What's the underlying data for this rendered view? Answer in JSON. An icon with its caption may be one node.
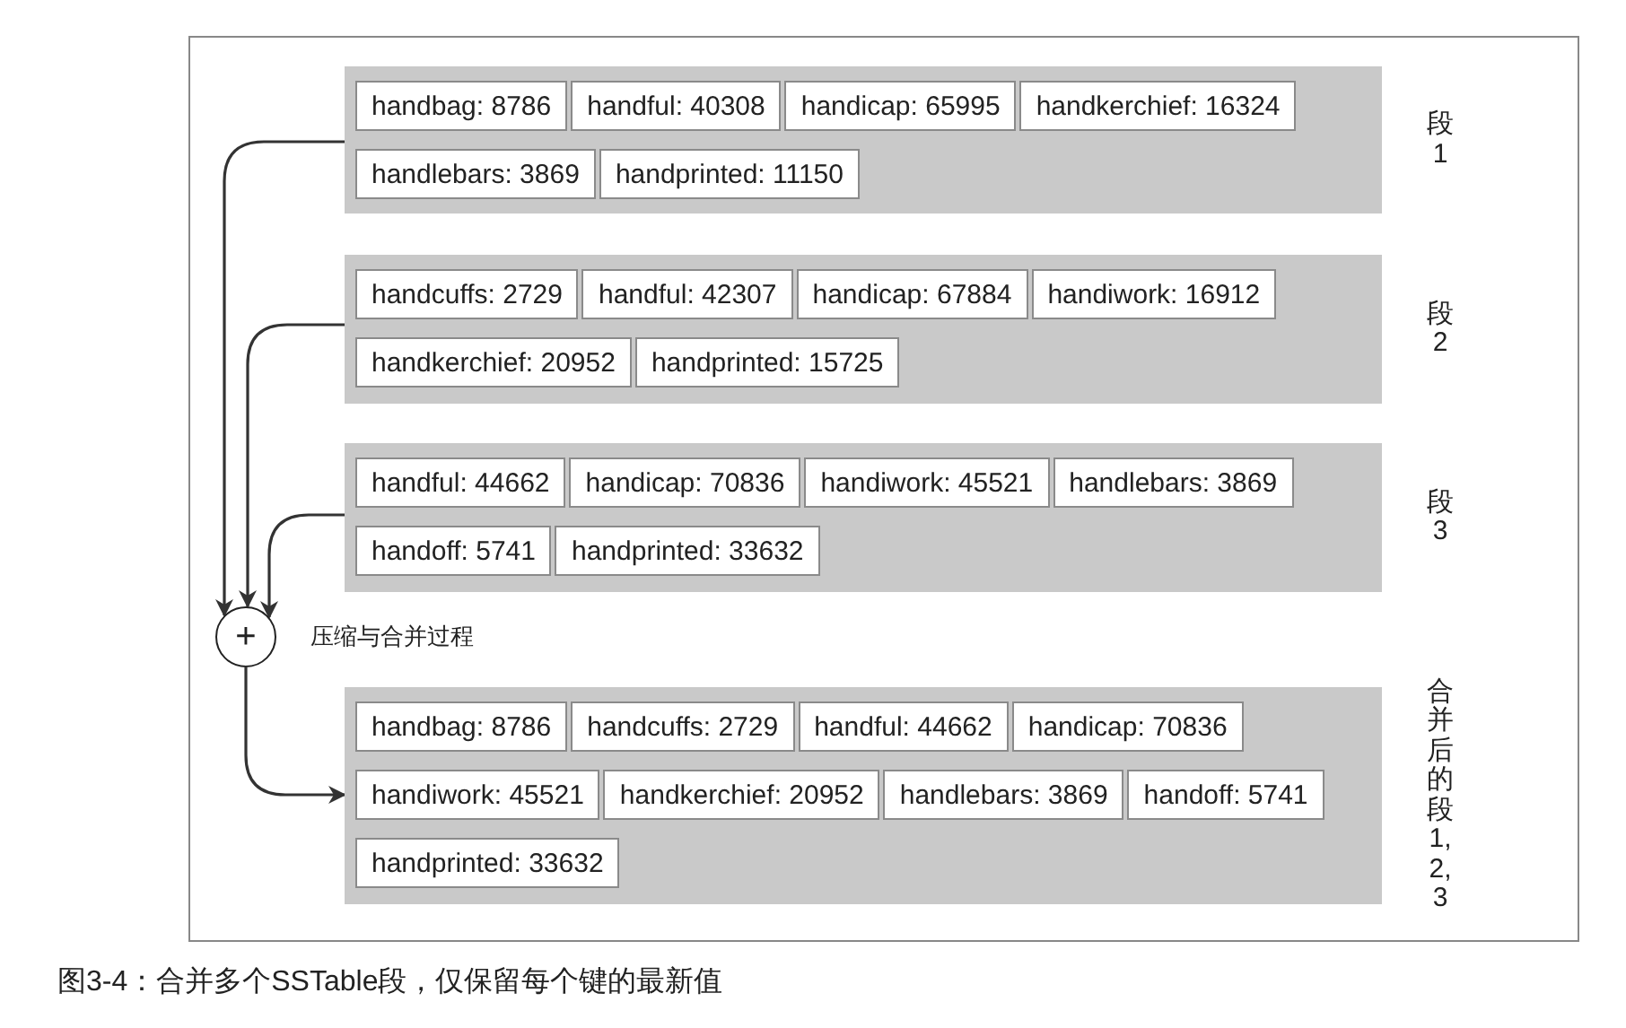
{
  "diagram": {
    "caption": "图3-4：合并多个SSTable段，仅保留每个键的最新值",
    "nodes": [
      {
        "text": [
          "段 1"
        ]
      },
      {
        "text": [
          "handbag: 8786"
        ],
        "in": 0
      },
      {
        "text": [
          "handful: 40308"
        ],
        "in": 0
      },
      {
        "text": [
          "handicap: 65995"
        ],
        "in": 0
      },
      {
        "text": [
          "handkerchief: 16324"
        ],
        "in": 0
      },
      {
        "text": [
          "handlebars: 3869"
        ],
        "in": 0
      },
      {
        "text": [
          "handprinted: 11150"
        ],
        "in": 0
      },
      {
        "text": [
          "段 2"
        ]
      },
      {
        "text": [
          "handcuffs: 2729"
        ],
        "in": 7
      },
      {
        "text": [
          "handful: 42307"
        ],
        "in": 7
      },
      {
        "text": [
          "handicap: 67884"
        ],
        "in": 7
      },
      {
        "text": [
          "handiwork: 16912"
        ],
        "in": 7
      },
      {
        "text": [
          "handkerchief: 20952"
        ],
        "in": 7
      },
      {
        "text": [
          "handprinted: 15725"
        ],
        "in": 7
      },
      {
        "text": [
          "段 3"
        ]
      },
      {
        "text": [
          "handful: 44662"
        ],
        "in": 14
      },
      {
        "text": [
          "handicap: 70836"
        ],
        "in": 14
      },
      {
        "text": [
          "handiwork: 45521"
        ],
        "in": 14
      },
      {
        "text": [
          "handlebars: 3869"
        ],
        "in": 14
      },
      {
        "text": [
          "handoff: 5741"
        ],
        "in": 14
      },
      {
        "text": [
          "handprinted: 33632"
        ],
        "in": 14
      },
      {
        "text": [
          "+"
        ],
        "beside": [
          "压缩与合并过程"
        ]
      },
      {
        "text": [
          "合并后的段1,2,3"
        ]
      },
      {
        "text": [
          "handbag: 8786"
        ],
        "in": 22
      },
      {
        "text": [
          "handcuffs: 2729"
        ],
        "in": 22
      },
      {
        "text": [
          "handful: 44662"
        ],
        "in": 22
      },
      {
        "text": [
          "handicap: 70836"
        ],
        "in": 22
      },
      {
        "text": [
          "handiwork: 45521"
        ],
        "in": 22
      },
      {
        "text": [
          "handkerchief: 20952"
        ],
        "in": 22
      },
      {
        "text": [
          "handlebars: 3869"
        ],
        "in": 22
      },
      {
        "text": [
          "handoff: 5741"
        ],
        "in": 22
      },
      {
        "text": [
          "handprinted: 33632"
        ],
        "in": 22
      }
    ],
    "edges": [
      {
        "from": 0,
        "to": 21,
        "arrow": "to"
      },
      {
        "from": 7,
        "to": 21,
        "arrow": "to"
      },
      {
        "from": 14,
        "to": 21,
        "arrow": "to"
      },
      {
        "from": 21,
        "to": 22,
        "arrow": "to"
      }
    ]
  }
}
